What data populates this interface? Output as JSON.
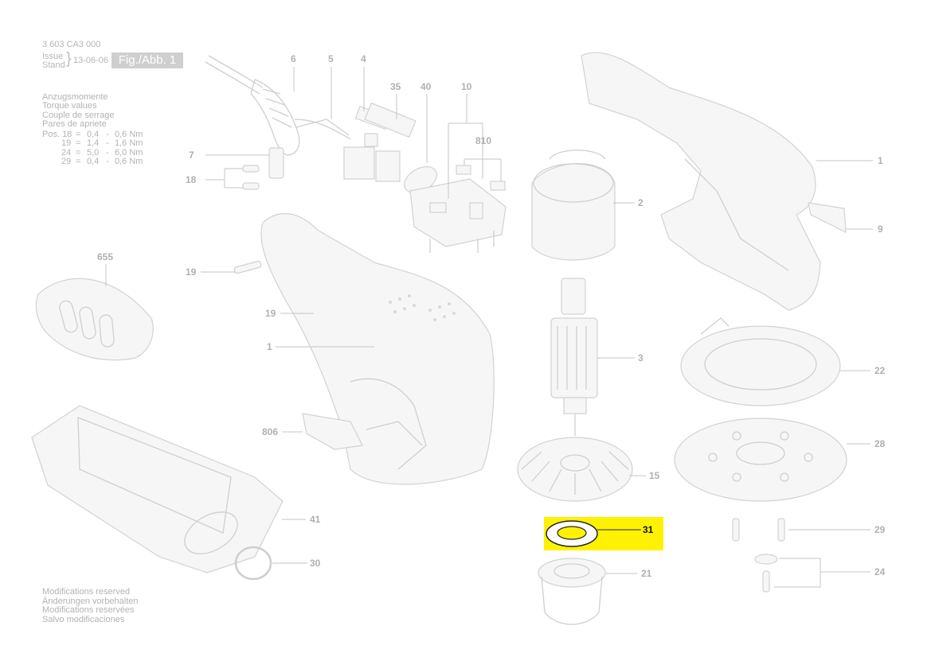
{
  "header": {
    "doc_number": "3 603 CA3 000",
    "issue_label": "Issue",
    "stand_label": "Stand",
    "date": "13-06-06",
    "figure_label": "Fig./Abb. 1"
  },
  "torque": {
    "title_lines": [
      "Anzugsmomente",
      "Torque values",
      "Couple de serrage",
      "Pares de apriete"
    ],
    "rows": [
      {
        "pos": "Pos. 18",
        "eq": "=",
        "min": "0,4",
        "dash": "-",
        "max": "0,6 Nm"
      },
      {
        "pos": "19",
        "eq": "=",
        "min": "1,4",
        "dash": "-",
        "max": "1,6 Nm"
      },
      {
        "pos": "24",
        "eq": "=",
        "min": "5,0",
        "dash": "-",
        "max": "6,0 Nm"
      },
      {
        "pos": "29",
        "eq": "=",
        "min": "0,4",
        "dash": "-",
        "max": "0,6 Nm"
      }
    ]
  },
  "footer_lines": [
    "Modifications reserved",
    "Änderungen vorbehalten",
    "Modifications reservées",
    "Salvo modificaciones"
  ],
  "highlight": {
    "part": "31",
    "color": "#fff200"
  },
  "parts": {
    "p6": "6",
    "p5": "5",
    "p4": "4",
    "p35": "35",
    "p40": "40",
    "p10": "10",
    "p810": "810",
    "p7": "7",
    "p18": "18",
    "p655": "655",
    "p19a": "19",
    "p19b": "19",
    "p1a": "1",
    "p1b": "1",
    "p2": "2",
    "p9": "9",
    "p3": "3",
    "p22": "22",
    "p28": "28",
    "p15": "15",
    "p31": "31",
    "p29": "29",
    "p21": "21",
    "p24": "24",
    "p806": "806",
    "p41": "41",
    "p30": "30"
  }
}
